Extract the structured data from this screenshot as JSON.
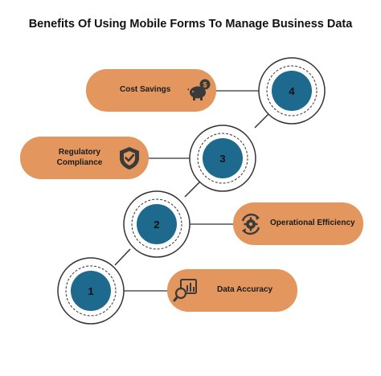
{
  "title": "Benefits Of Using Mobile Forms To Manage Business Data",
  "colors": {
    "accent": "#E3975F",
    "circle": "#1E6A8E",
    "icon": "#3a3a3a"
  },
  "steps": [
    {
      "number": "4",
      "label": "Cost Savings",
      "icon": "piggy-bank-dollar-icon"
    },
    {
      "number": "3",
      "label": "Regulatory Compliance",
      "icon": "shield-check-icon"
    },
    {
      "number": "2",
      "label": "Operational Efficiency",
      "icon": "gear-cycle-icon"
    },
    {
      "number": "1",
      "label": "Data Accuracy",
      "icon": "magnify-chart-icon"
    }
  ]
}
